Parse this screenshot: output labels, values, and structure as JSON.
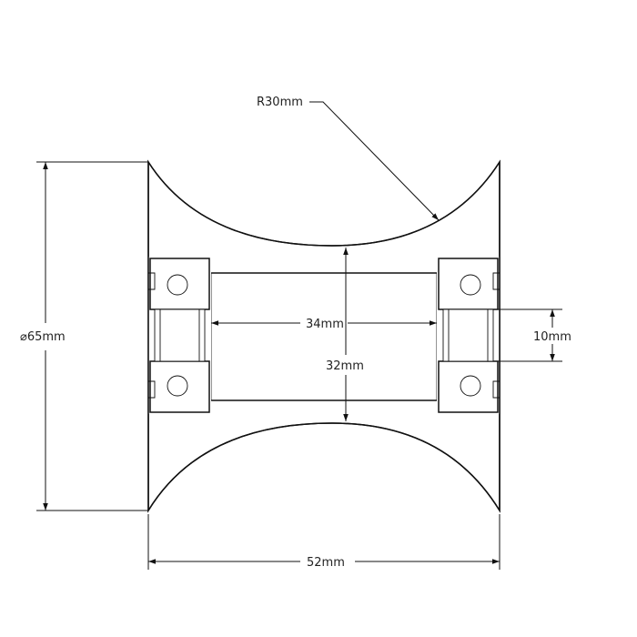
{
  "drawing": {
    "labels": {
      "radius": "R30mm",
      "diameter": "⌀65mm",
      "width": "52mm",
      "bore_length": "34mm",
      "bore_diameter": "32mm",
      "axle": "10mm"
    }
  }
}
